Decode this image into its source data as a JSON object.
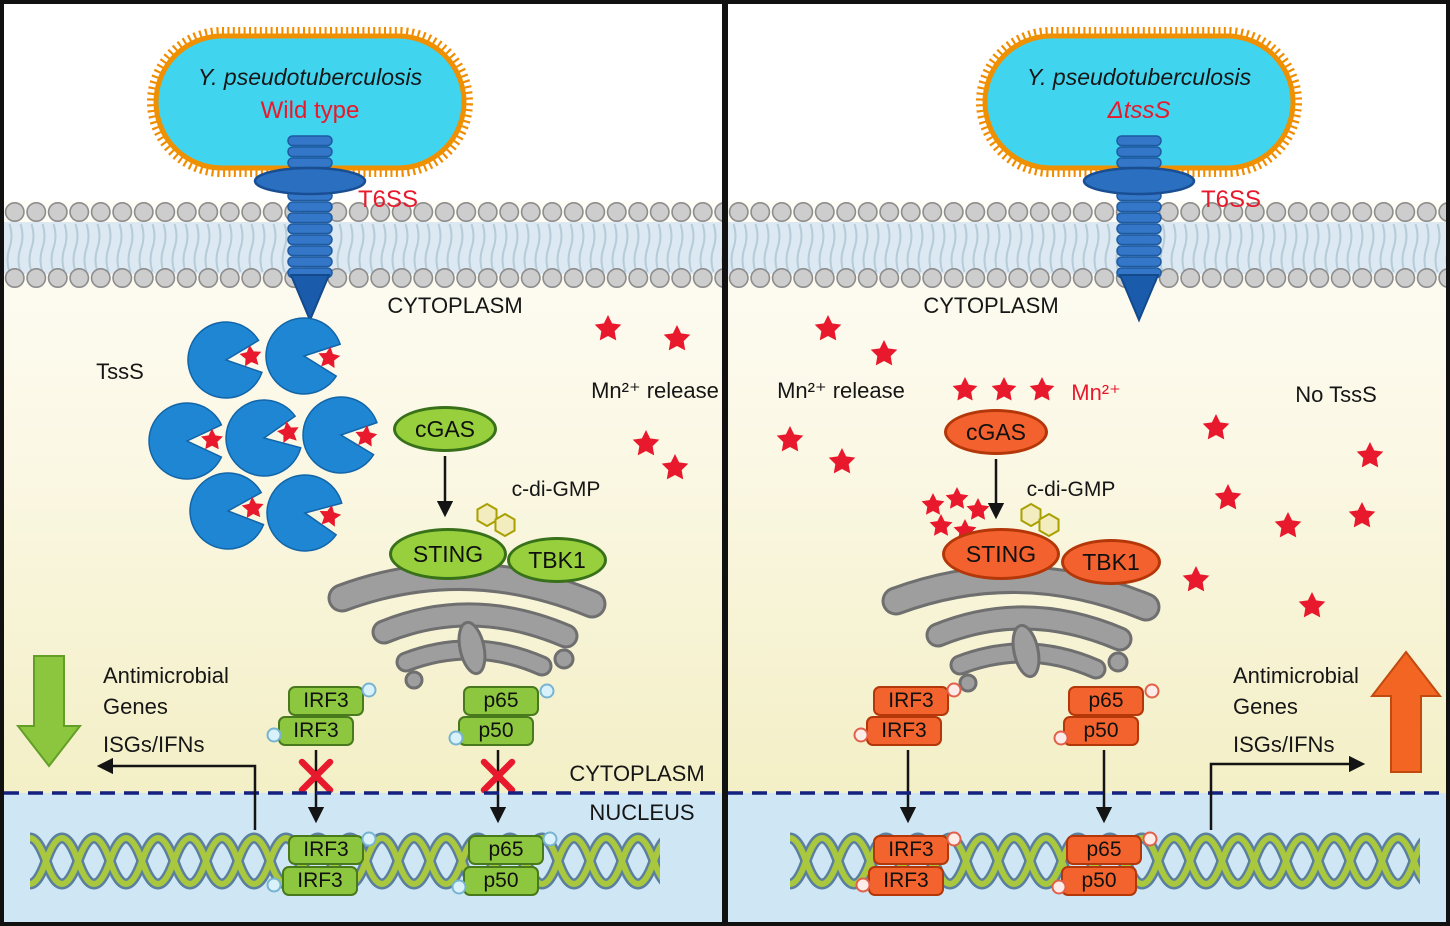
{
  "panels": [
    {
      "bacterium": {
        "species": "Y. pseudotuberculosis",
        "strain": "Wild type"
      },
      "labels": {
        "t6ss": "T6SS",
        "cytoplasm_top": "CYTOPLASM",
        "tsss": "TssS",
        "mn_release": "Mn²⁺ release",
        "cdigmp": "c-di-GMP",
        "cytoplasm_boundary": "CYTOPLASM",
        "nucleus_boundary": "NUCLEUS"
      },
      "proteins": {
        "cgas": "cGAS",
        "sting": "STING",
        "tbk1": "TBK1",
        "irf3": "IRF3",
        "p65": "p65",
        "p50": "p50"
      },
      "outcome": {
        "line1": "Antimicrobial",
        "line2": "Genes",
        "line3": "ISGs/IFNs",
        "direction": "decreased"
      }
    },
    {
      "bacterium": {
        "species": "Y. pseudotuberculosis",
        "strain": "ΔtssS"
      },
      "labels": {
        "t6ss": "T6SS",
        "cytoplasm_top": "CYTOPLASM",
        "no_tsss": "No TssS",
        "mn_release": "Mn²⁺ release",
        "mn": "Mn²⁺",
        "cdigmp": "c-di-GMP"
      },
      "proteins": {
        "cgas": "cGAS",
        "sting": "STING",
        "tbk1": "TBK1",
        "irf3": "IRF3",
        "p65": "p65",
        "p50": "p50"
      },
      "outcome": {
        "line1": "Antimicrobial",
        "line2": "Genes",
        "line3": "ISGs/IFNs",
        "direction": "increased"
      }
    }
  ],
  "colors": {
    "mn_star": "#e8192c",
    "pathway_inactive": "#8dc63f",
    "pathway_active": "#f2632d",
    "bacterium_body": "#41d4ee",
    "needle_blue": "#2a6fc0"
  }
}
